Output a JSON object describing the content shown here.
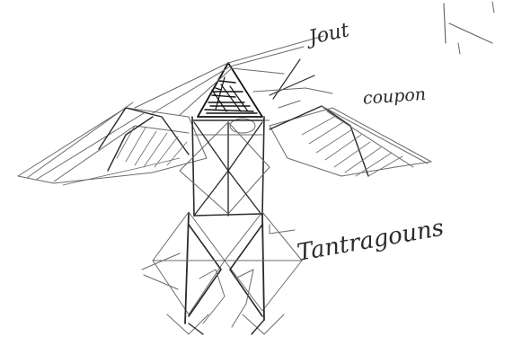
{
  "sketch": {
    "labels": {
      "top_note": "Jout",
      "side_note": "coupon",
      "bottom_note": "Tantragouns"
    }
  },
  "colors": {
    "paper": "#ffffff",
    "ink": "#2a2a2a"
  }
}
